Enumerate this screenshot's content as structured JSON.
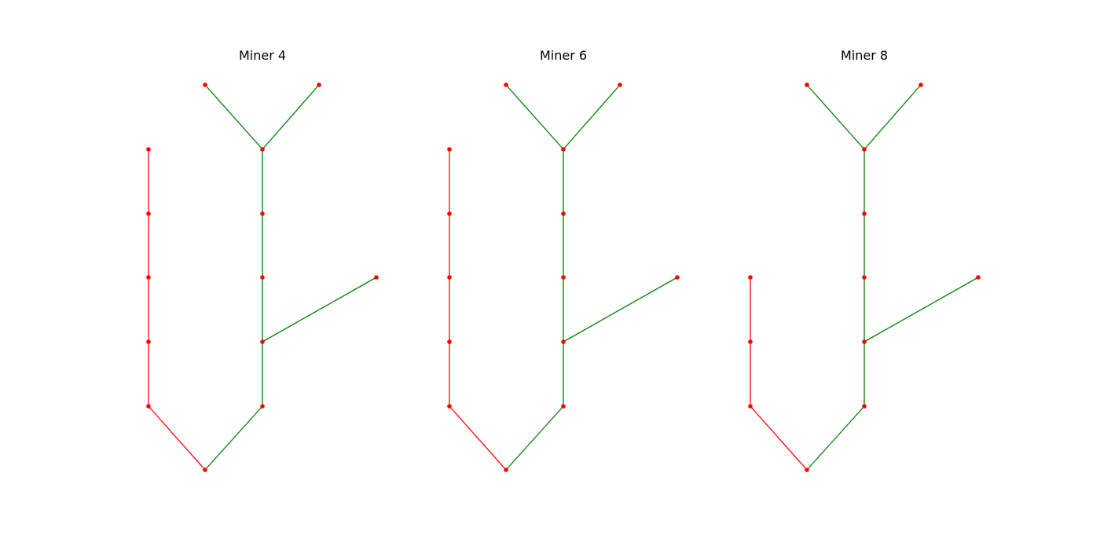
{
  "colors": {
    "background": "#ffffff",
    "node": "#ff0000",
    "edge_red": "#ff0000",
    "edge_green": "#008000"
  },
  "panels": [
    {
      "title": "Miner 4",
      "nodes": [
        {
          "id": "L1"
        },
        {
          "id": "L2"
        },
        {
          "id": "L3"
        },
        {
          "id": "L4"
        },
        {
          "id": "L5"
        },
        {
          "id": "B"
        },
        {
          "id": "M1"
        },
        {
          "id": "M2"
        },
        {
          "id": "M3"
        },
        {
          "id": "M4"
        },
        {
          "id": "M5"
        },
        {
          "id": "T1"
        },
        {
          "id": "T2"
        },
        {
          "id": "R"
        }
      ],
      "edges": [
        {
          "from": "L1",
          "to": "L2",
          "color": "red"
        },
        {
          "from": "L2",
          "to": "L3",
          "color": "red"
        },
        {
          "from": "L3",
          "to": "L4",
          "color": "red"
        },
        {
          "from": "L4",
          "to": "L5",
          "color": "red"
        },
        {
          "from": "L5",
          "to": "B",
          "color": "red"
        },
        {
          "from": "B",
          "to": "M1",
          "color": "green"
        },
        {
          "from": "M1",
          "to": "M2",
          "color": "green"
        },
        {
          "from": "M2",
          "to": "M3",
          "color": "green"
        },
        {
          "from": "M3",
          "to": "M4",
          "color": "green"
        },
        {
          "from": "M4",
          "to": "M5",
          "color": "green"
        },
        {
          "from": "M5",
          "to": "T1",
          "color": "green"
        },
        {
          "from": "M5",
          "to": "T2",
          "color": "green"
        },
        {
          "from": "M2",
          "to": "R",
          "color": "green"
        }
      ]
    },
    {
      "title": "Miner 6",
      "nodes": [
        {
          "id": "L1"
        },
        {
          "id": "L2"
        },
        {
          "id": "L3"
        },
        {
          "id": "L4"
        },
        {
          "id": "L5"
        },
        {
          "id": "B"
        },
        {
          "id": "M1"
        },
        {
          "id": "M2"
        },
        {
          "id": "M3"
        },
        {
          "id": "M4"
        },
        {
          "id": "M5"
        },
        {
          "id": "T1"
        },
        {
          "id": "T2"
        },
        {
          "id": "R"
        }
      ],
      "edges": [
        {
          "from": "L1",
          "to": "L2",
          "color": "red"
        },
        {
          "from": "L2",
          "to": "L3",
          "color": "red"
        },
        {
          "from": "L3",
          "to": "L4",
          "color": "red"
        },
        {
          "from": "L4",
          "to": "L5",
          "color": "red"
        },
        {
          "from": "L5",
          "to": "B",
          "color": "red"
        },
        {
          "from": "B",
          "to": "M1",
          "color": "green"
        },
        {
          "from": "M1",
          "to": "M2",
          "color": "green"
        },
        {
          "from": "M2",
          "to": "M3",
          "color": "green"
        },
        {
          "from": "M3",
          "to": "M4",
          "color": "green"
        },
        {
          "from": "M4",
          "to": "M5",
          "color": "green"
        },
        {
          "from": "M5",
          "to": "T1",
          "color": "green"
        },
        {
          "from": "M5",
          "to": "T2",
          "color": "green"
        },
        {
          "from": "M2",
          "to": "R",
          "color": "green"
        }
      ]
    },
    {
      "title": "Miner 8",
      "nodes": [
        {
          "id": "L1"
        },
        {
          "id": "L2"
        },
        {
          "id": "L3"
        },
        {
          "id": "B"
        },
        {
          "id": "M1"
        },
        {
          "id": "M2"
        },
        {
          "id": "M3"
        },
        {
          "id": "M4"
        },
        {
          "id": "M5"
        },
        {
          "id": "T1"
        },
        {
          "id": "T2"
        },
        {
          "id": "R"
        }
      ],
      "edges": [
        {
          "from": "L1",
          "to": "L2",
          "color": "red"
        },
        {
          "from": "L2",
          "to": "L3",
          "color": "red"
        },
        {
          "from": "L3",
          "to": "B",
          "color": "red"
        },
        {
          "from": "B",
          "to": "M1",
          "color": "green"
        },
        {
          "from": "M1",
          "to": "M2",
          "color": "green"
        },
        {
          "from": "M2",
          "to": "M3",
          "color": "green"
        },
        {
          "from": "M3",
          "to": "M4",
          "color": "green"
        },
        {
          "from": "M4",
          "to": "M5",
          "color": "green"
        },
        {
          "from": "M5",
          "to": "T1",
          "color": "green"
        },
        {
          "from": "M5",
          "to": "T2",
          "color": "green"
        },
        {
          "from": "M2",
          "to": "R",
          "color": "green"
        }
      ]
    }
  ]
}
